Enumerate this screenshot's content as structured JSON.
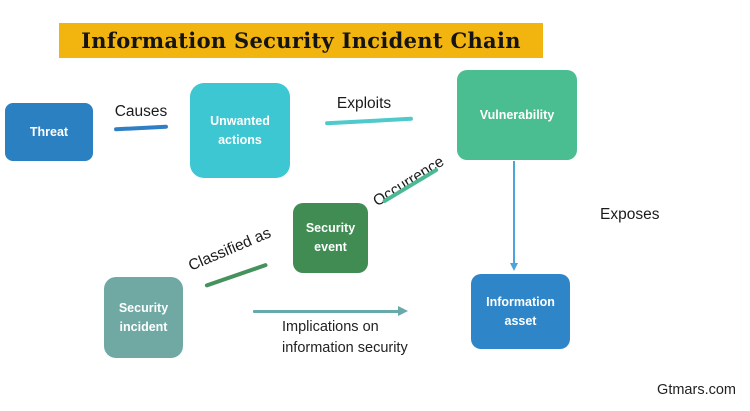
{
  "title": "Information Security Incident Chain",
  "banner_color": "#F2B40E",
  "watermark": "Gtmars.com",
  "nodes": {
    "threat": {
      "label": "Threat",
      "color": "#2B80C2"
    },
    "unwanted_actions": {
      "label": "Unwanted actions",
      "color": "#3CC7D2"
    },
    "vulnerability": {
      "label": "Vulnerability",
      "color": "#4ABE90"
    },
    "security_event": {
      "label": "Security event",
      "color": "#408C53"
    },
    "security_incident": {
      "label": "Security incident",
      "color": "#70A9A4"
    },
    "information_asset": {
      "label": "Information asset",
      "color": "#2E86C8"
    }
  },
  "edges": {
    "causes": {
      "label": "Causes",
      "from": "threat",
      "to": "unwanted_actions",
      "color": "#2E7FC4"
    },
    "exploits": {
      "label": "Exploits",
      "from": "unwanted_actions",
      "to": "vulnerability",
      "color": "#4EC9CC"
    },
    "occurrence": {
      "label": "Occurrence",
      "from": "security_event",
      "to": "vulnerability",
      "color": "#4CB995"
    },
    "classified_as": {
      "label": "Classified as",
      "from": "security_incident",
      "to": "security_event",
      "color": "#46925C"
    },
    "exposes": {
      "label": "Exposes",
      "from": "vulnerability",
      "to": "information_asset",
      "color": "#4BA4DA"
    },
    "implications": {
      "label": "Implications on information security",
      "from": "security_incident",
      "to": "information_asset",
      "color": "#68A9AB"
    }
  }
}
